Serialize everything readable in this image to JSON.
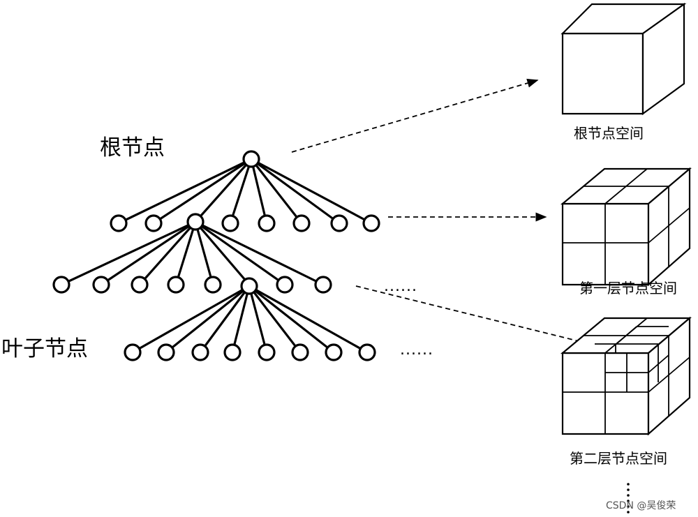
{
  "labels": {
    "root_node": "根节点",
    "leaf_nodes": "叶子节点",
    "root_space": "根节点空间",
    "level1_space": "第一层节点空间",
    "level2_space": "第二层节点空间",
    "ellipsis_row2": "......",
    "ellipsis_row3": "......",
    "watermark": "CSDN @吴俊荣"
  }
}
